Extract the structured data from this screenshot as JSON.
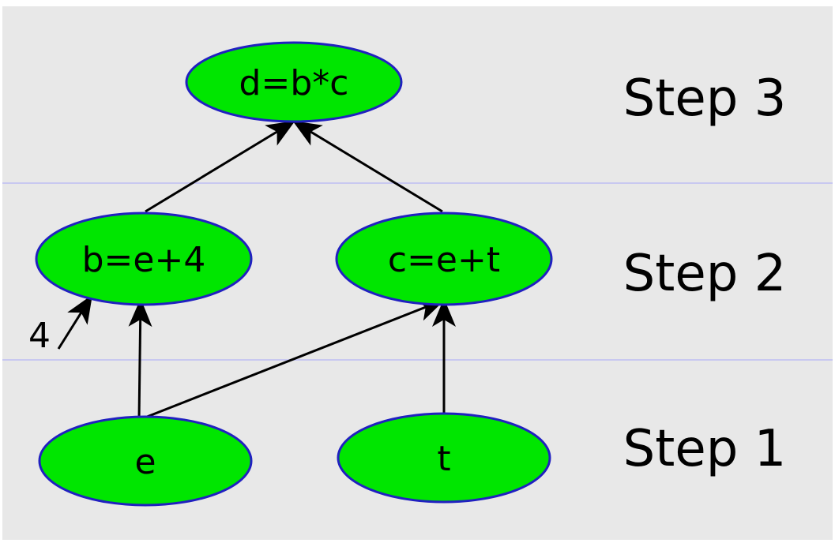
{
  "colors": {
    "background": "#e8e8e8",
    "band_line": "#c8c8f0",
    "node_fill": "#00e600",
    "node_stroke": "#2020c0",
    "arrow": "#000000"
  },
  "steps": {
    "step3": "Step 3",
    "step2": "Step 2",
    "step1": "Step 1"
  },
  "nodes": {
    "d": "d=b*c",
    "b": "b=e+4",
    "c": "c=e+t",
    "e": "e",
    "t": "t"
  },
  "constant_input": "4",
  "edges": [
    {
      "from": "b",
      "to": "d"
    },
    {
      "from": "c",
      "to": "d"
    },
    {
      "from": "e",
      "to": "b"
    },
    {
      "from": "constant_input",
      "to": "b"
    },
    {
      "from": "e",
      "to": "c"
    },
    {
      "from": "t",
      "to": "c"
    }
  ]
}
